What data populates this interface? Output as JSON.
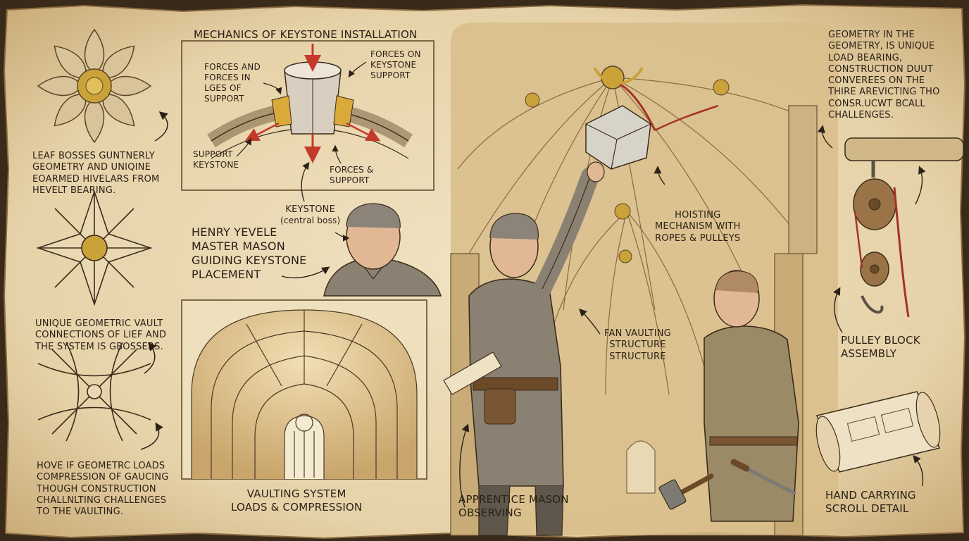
{
  "colors": {
    "parchment": "#ead8b3",
    "ink": "#2b2117",
    "stone": "#d8cfc0",
    "gold": "#c9a23a",
    "arrow_red": "#c33a2a",
    "rope": "#a4322a"
  },
  "icons": [
    "leaf-boss-icon",
    "star-boss-icon",
    "rib-junction-icon",
    "keystone-diagram-icon",
    "pulley-block-icon",
    "scroll-icon",
    "hammer-icon",
    "chisel-icon"
  ],
  "leaf_note": [
    "LEAF BOSSES GUNTNERLY",
    "GEOMETRY AND UNIQINE",
    "EOARMED HIVELARS FROM",
    "HEVELT BEARING."
  ],
  "geometric_note": [
    "UNIQUE GEOMETRIC VAULT",
    "CONNECTIONS OF LIEF AND",
    "THE SYSTEM IS GBOSSERS."
  ],
  "loads_note": [
    "HOVE IF GEOMETRC LOADS",
    "COMPRESSION OF GAUCING",
    "THOUGH CONSTRUCTION",
    "CHALLNLTING CHALLENGES",
    "TO THE VAULTING."
  ],
  "keystone_diagram": {
    "title": "MECHANICS OF KEYSTONE INSTALLATION",
    "forces_left": [
      "FORCES AND",
      "FORCES IN",
      "LGES OF",
      "SUPPORT"
    ],
    "forces_right": [
      "FORCES ON",
      "KEYSTONE",
      "SUPPORT"
    ],
    "support_keystone": [
      "SUPPORT",
      "KEYSTONE"
    ],
    "forces_support": [
      "FORCES &",
      "SUPPORT"
    ]
  },
  "keystone_label": {
    "title": "KEYSTONE",
    "subtitle": "(central boss)"
  },
  "henry_label": [
    "HENRY YEVELE",
    "MASTER MASON",
    "GUIDING KEYSTONE",
    "PLACEMENT"
  ],
  "vaulting_label": [
    "VAULTING SYSTEM",
    "LOADS & COMPRESSION"
  ],
  "apprentice_label": [
    "APPRENTICE MASON",
    "OBSERVING"
  ],
  "hoisting_label": [
    "HOISTING",
    "MECHANISM WITH",
    "ROPES & PULLEYS"
  ],
  "fan_label": [
    "FAN VAULTING",
    "STRUCTURE",
    "STRUCTURE"
  ],
  "geometry_note": [
    "GEOMETRY IN THE",
    "GEOMETRY, IS UNIQUE",
    "LOAD BEARING,",
    "CONSTRUCTION DUUT",
    "CONVEREES ON THE",
    "THIRE AREVICTING THO",
    "CONSR.UCWT BCALL",
    "CHALLENGES."
  ],
  "pulley_label": [
    "PULLEY BLOCK",
    "ASSEMBLY"
  ],
  "scroll_label": [
    "HAND CARRYING",
    "SCROLL DETAIL"
  ]
}
